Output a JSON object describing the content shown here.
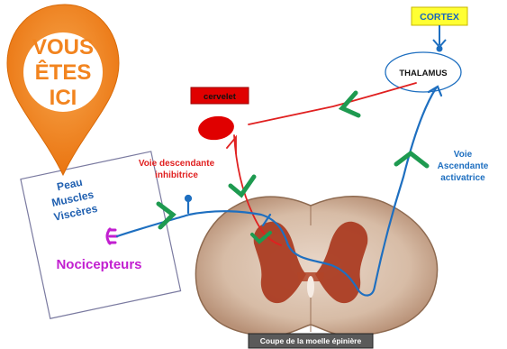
{
  "pin": {
    "line1": "VOUS",
    "line2": "ÊTES",
    "line3": "ICI"
  },
  "tissue_card": {
    "line1": "Peau",
    "line2": "Muscles",
    "line3": "Viscères"
  },
  "receptor_label": "Nocicepteurs",
  "cortex_label": "CORTEX",
  "thalamus_label": "THALAMUS",
  "cervelet_label": "cervelet",
  "descending": {
    "line1": "Voie descendante",
    "line2": "inhibitrice"
  },
  "ascending": {
    "line1": "Voie",
    "line2": "Ascendante",
    "line3": "activatrice"
  },
  "caption": "Coupe de la moelle épinière",
  "colors": {
    "pin_orange": "#f2841f",
    "ascending_blue": "#1e6fc0",
    "descending_red": "#e02020",
    "synapse_green": "#1e9a50",
    "receptor_magenta": "#c21fd0",
    "card_text_blue": "#1f5fb0"
  }
}
